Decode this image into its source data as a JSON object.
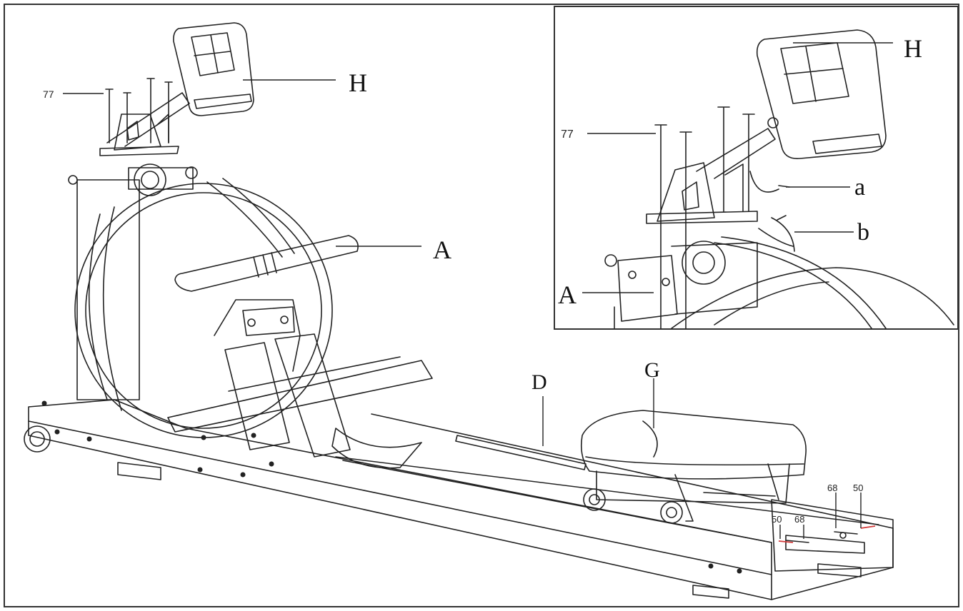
{
  "callouts": {
    "main": {
      "h": "H",
      "a": "A",
      "d": "D",
      "g": "G",
      "part_77": "77",
      "part_50_front": "50",
      "part_68_front": "68",
      "part_68_rear": "68",
      "part_50_rear": "50"
    },
    "inset": {
      "h": "H",
      "part_77": "77",
      "a_small": "a",
      "b_small": "b",
      "a_big": "A"
    }
  },
  "colors": {
    "line": "#222222",
    "bolt_accent": "#d23a3a"
  }
}
